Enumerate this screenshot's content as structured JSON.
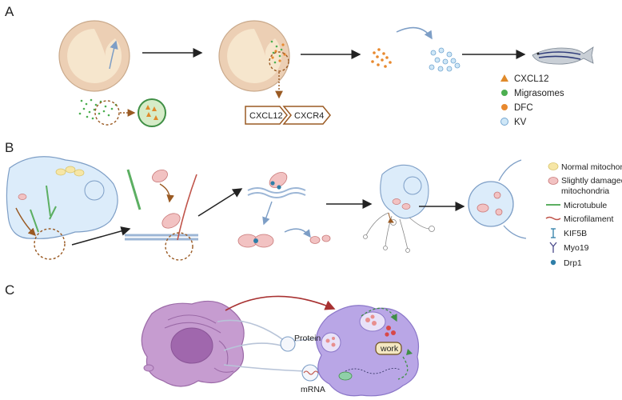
{
  "panels": {
    "a": {
      "letter": "A",
      "chevrons": [
        "CXCL12",
        "CXCR4"
      ],
      "legend": [
        {
          "label": "CXCL12",
          "marker": "triangle",
          "color": "#e08a2a"
        },
        {
          "label": "Migrasomes",
          "marker": "dot",
          "color": "#4caf50"
        },
        {
          "label": "DFC",
          "marker": "dot",
          "color": "#e8892e"
        },
        {
          "label": "KV",
          "marker": "circle",
          "color": "#cfe7f7"
        }
      ]
    },
    "b": {
      "letter": "B",
      "legend": [
        {
          "label": "Normal mitochondria",
          "icon": "normal-mitochondria-icon"
        },
        {
          "label": "Slightly damaged",
          "label2": "mitochondria",
          "icon": "damaged-mitochondria-icon"
        },
        {
          "label": "Microtubule",
          "icon": "microtubule-icon"
        },
        {
          "label": "Microfilament",
          "icon": "microfilament-icon"
        },
        {
          "label": "KIF5B",
          "icon": "kif5b-icon"
        },
        {
          "label": "Myo19",
          "icon": "myo19-icon"
        },
        {
          "label": "Drp1",
          "icon": "drp1-icon"
        }
      ]
    },
    "c": {
      "letter": "C",
      "labels": {
        "protein": "Protein",
        "work": "work",
        "mrna": "mRNA"
      }
    }
  },
  "colors": {
    "cell_outer": "#eccfb4",
    "cell_inner": "#f7e8cf",
    "blue_cell": "#dcecfa",
    "purple_dark": "#b67bb8",
    "purple_light": "#b9a6e6",
    "arrow": "#222222",
    "brown": "#9a5a23",
    "red_arrow": "#a83232"
  }
}
